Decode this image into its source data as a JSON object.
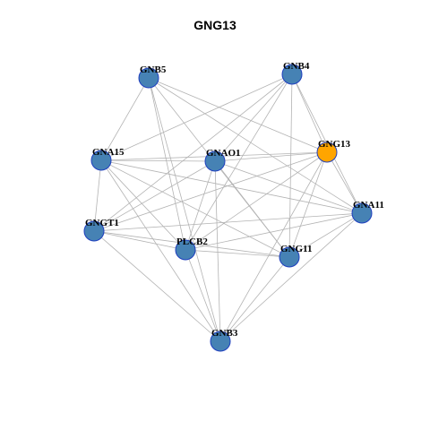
{
  "title": "GNG13",
  "colors": {
    "node_default": "#4682b4",
    "node_focus": "#ffa500",
    "node_border": "#1f3fbf",
    "edge": "#b3b3b3"
  },
  "nodes": [
    {
      "id": "GNB5",
      "label": "GNB5",
      "focus": false
    },
    {
      "id": "GNB4",
      "label": "GNB4",
      "focus": false
    },
    {
      "id": "GNA15",
      "label": "GNA15",
      "focus": false
    },
    {
      "id": "GNAO1",
      "label": "GNAO1",
      "focus": false
    },
    {
      "id": "GNG13",
      "label": "GNG13",
      "focus": true
    },
    {
      "id": "GNA11",
      "label": "GNA11",
      "focus": false
    },
    {
      "id": "GNGT1",
      "label": "GNGT1",
      "focus": false
    },
    {
      "id": "PLCB2",
      "label": "PLCB2",
      "focus": false
    },
    {
      "id": "GNG11",
      "label": "GNG11",
      "focus": false
    },
    {
      "id": "GNB3",
      "label": "GNB3",
      "focus": false
    }
  ],
  "edges": [
    [
      "GNB5",
      "GNG13"
    ],
    [
      "GNB5",
      "GNA11"
    ],
    [
      "GNB5",
      "GNG11"
    ],
    [
      "GNB5",
      "PLCB2"
    ],
    [
      "GNB5",
      "GNB3"
    ],
    [
      "GNB5",
      "GNA15"
    ],
    [
      "GNB4",
      "GNA15"
    ],
    [
      "GNB4",
      "GNAO1"
    ],
    [
      "GNB4",
      "GNG13"
    ],
    [
      "GNB4",
      "GNA11"
    ],
    [
      "GNB4",
      "GNG11"
    ],
    [
      "GNB4",
      "PLCB2"
    ],
    [
      "GNB4",
      "GNGT1"
    ],
    [
      "GNA15",
      "GNAO1"
    ],
    [
      "GNA15",
      "GNG13"
    ],
    [
      "GNA15",
      "GNA11"
    ],
    [
      "GNA15",
      "GNGT1"
    ],
    [
      "GNA15",
      "GNB3"
    ],
    [
      "GNA15",
      "PLCB2"
    ],
    [
      "GNA15",
      "GNG11"
    ],
    [
      "GNAO1",
      "GNG13"
    ],
    [
      "GNAO1",
      "GNA11"
    ],
    [
      "GNAO1",
      "GNGT1"
    ],
    [
      "GNAO1",
      "PLCB2"
    ],
    [
      "GNAO1",
      "GNG11"
    ],
    [
      "GNAO1",
      "GNB3"
    ],
    [
      "GNG13",
      "GNA11"
    ],
    [
      "GNG13",
      "GNGT1"
    ],
    [
      "GNG13",
      "PLCB2"
    ],
    [
      "GNG13",
      "GNG11"
    ],
    [
      "GNG13",
      "GNB3"
    ],
    [
      "GNA11",
      "GNGT1"
    ],
    [
      "GNA11",
      "PLCB2"
    ],
    [
      "GNA11",
      "GNG11"
    ],
    [
      "GNA11",
      "GNB3"
    ],
    [
      "GNGT1",
      "PLCB2"
    ],
    [
      "GNGT1",
      "GNG11"
    ],
    [
      "GNGT1",
      "GNB3"
    ],
    [
      "PLCB2",
      "GNG11"
    ],
    [
      "PLCB2",
      "GNB3"
    ],
    [
      "GNG11",
      "GNB3"
    ]
  ]
}
